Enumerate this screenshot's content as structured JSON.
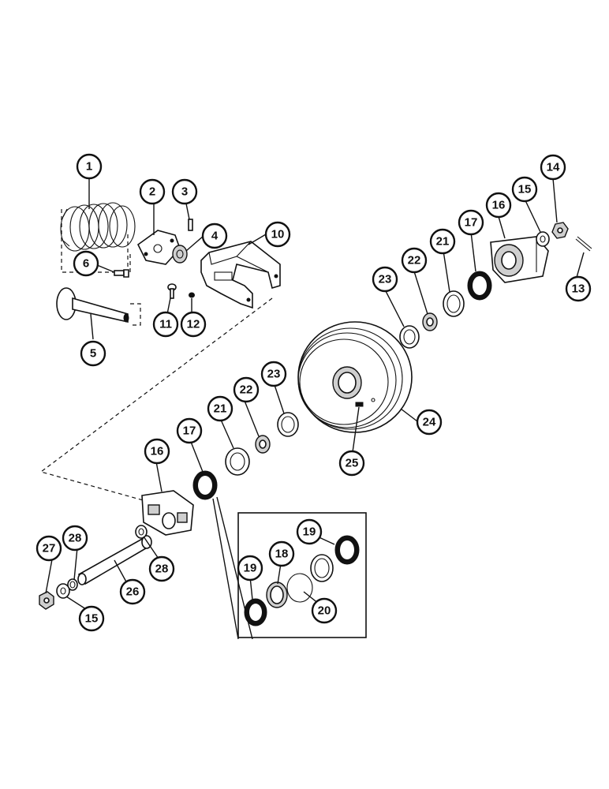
{
  "callouts": {
    "c1": "1",
    "c2": "2",
    "c3": "3",
    "c4": "4",
    "c5": "5",
    "c6": "6",
    "c10": "10",
    "c11": "11",
    "c12": "12",
    "c13": "13",
    "c14": "14",
    "c15a": "15",
    "c16a": "16",
    "c17a": "17",
    "c21a": "21",
    "c22a": "22",
    "c23a": "23",
    "c24": "24",
    "c25": "25",
    "c23b": "23",
    "c22b": "22",
    "c21b": "21",
    "c17b": "17",
    "c16b": "16",
    "c28a": "28",
    "c27": "27",
    "c15b": "15",
    "c26": "26",
    "c28b": "28",
    "c19a": "19",
    "c18": "18",
    "c19b": "19",
    "c20": "20"
  },
  "colors": {
    "ink": "#111111",
    "paper": "#ffffff",
    "shade": "#cfcfcf"
  }
}
